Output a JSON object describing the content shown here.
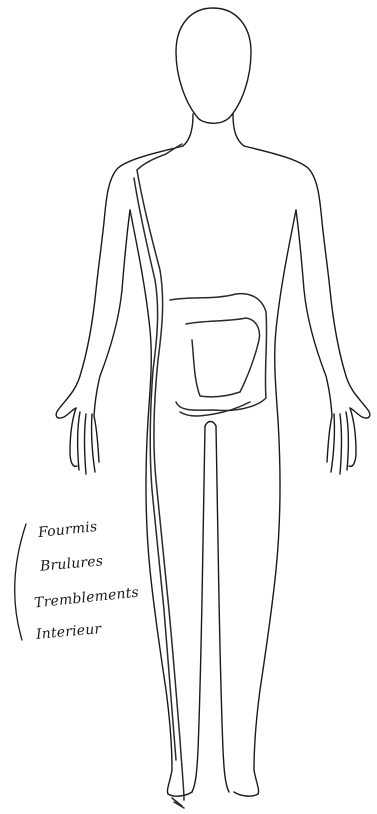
{
  "annotations": {
    "notes": [
      "Fourmis",
      "Brulures",
      "Tremblements",
      "Interieur"
    ]
  },
  "colors": {
    "outline": "#1a1a1a",
    "pain_marks": "#2a2a2a",
    "background": "#ffffff"
  }
}
